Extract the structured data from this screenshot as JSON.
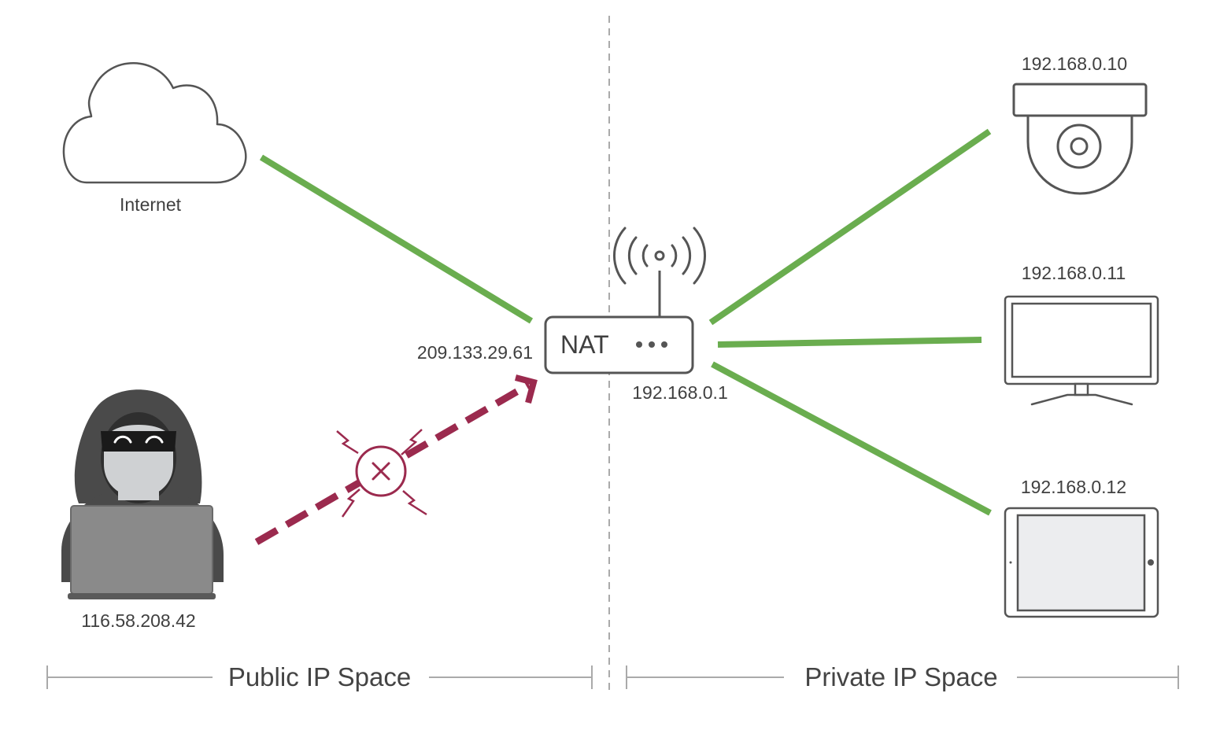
{
  "internet": {
    "label": "Internet"
  },
  "router": {
    "label": "NAT",
    "public_ip": "209.133.29.61",
    "private_ip": "192.168.0.1"
  },
  "attacker": {
    "ip": "116.58.208.42"
  },
  "devices": [
    {
      "kind": "camera",
      "ip": "192.168.0.10"
    },
    {
      "kind": "monitor",
      "ip": "192.168.0.11"
    },
    {
      "kind": "tablet",
      "ip": "192.168.0.12"
    }
  ],
  "zones": {
    "public": "Public IP Space",
    "private": "Private IP Space"
  },
  "colors": {
    "link": "#6aad4f",
    "blocked": "#9b2a4e",
    "outline": "#555555",
    "divider": "#aaaaaa"
  }
}
